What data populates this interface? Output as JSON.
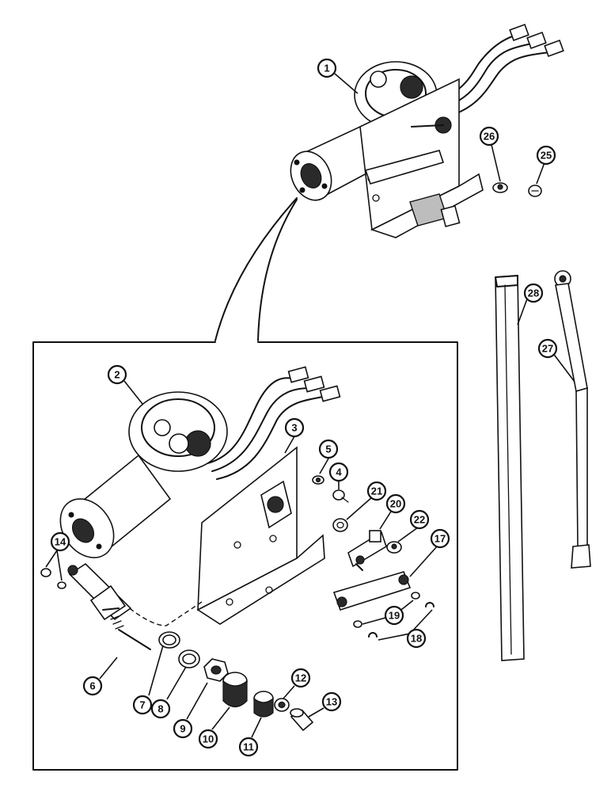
{
  "diagram": {
    "callouts": [
      {
        "id": "c1",
        "label": "1"
      },
      {
        "id": "c2",
        "label": "2"
      },
      {
        "id": "c3",
        "label": "3"
      },
      {
        "id": "c4",
        "label": "4"
      },
      {
        "id": "c5",
        "label": "5"
      },
      {
        "id": "c6",
        "label": "6"
      },
      {
        "id": "c7",
        "label": "7"
      },
      {
        "id": "c8",
        "label": "8"
      },
      {
        "id": "c9",
        "label": "9"
      },
      {
        "id": "c10",
        "label": "10"
      },
      {
        "id": "c11",
        "label": "11"
      },
      {
        "id": "c12",
        "label": "12"
      },
      {
        "id": "c13",
        "label": "13"
      },
      {
        "id": "c14",
        "label": "14"
      },
      {
        "id": "c17",
        "label": "17"
      },
      {
        "id": "c18",
        "label": "18"
      },
      {
        "id": "c19",
        "label": "19"
      },
      {
        "id": "c20",
        "label": "20"
      },
      {
        "id": "c21",
        "label": "21"
      },
      {
        "id": "c22",
        "label": "22"
      },
      {
        "id": "c25",
        "label": "25"
      },
      {
        "id": "c26",
        "label": "26"
      },
      {
        "id": "c27",
        "label": "27"
      },
      {
        "id": "c28",
        "label": "28"
      }
    ]
  }
}
